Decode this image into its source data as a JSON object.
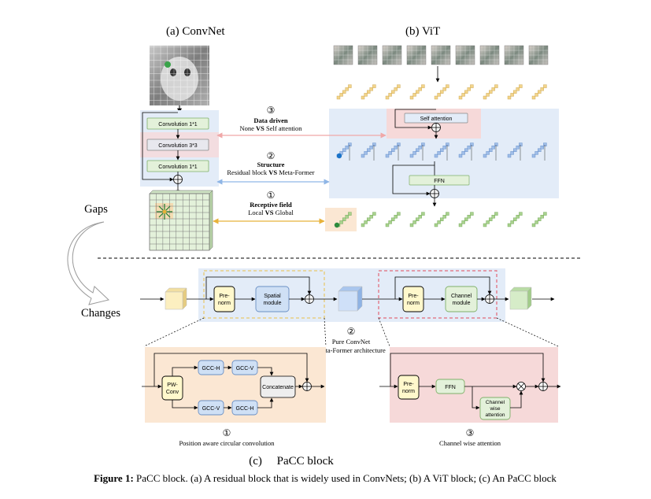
{
  "panels": {
    "a_label": "(a)  ConvNet",
    "b_label": "(b) ViT",
    "c_label": "(c)     PaCC block"
  },
  "convnet": {
    "conv1": "Convolution 1*1",
    "conv2": "Convolution 3*3",
    "conv3": "Convolution 1*1"
  },
  "vit": {
    "self_attention": "Self attention",
    "ffn": "FFN"
  },
  "gaps": {
    "title": "Gaps",
    "items": [
      {
        "num": "③",
        "title": "Data driven",
        "left": "None",
        "vs": "VS",
        "right": "Self attention"
      },
      {
        "num": "②",
        "title": "Structure",
        "left": "Residual block",
        "vs": "VS",
        "right": "Meta-Former"
      },
      {
        "num": "①",
        "title": "Receptive field",
        "left": "Local",
        "vs": "VS",
        "right": "Global"
      }
    ]
  },
  "changes": {
    "title": "Changes",
    "spatial_prenorm": "Pre-\nnorm",
    "spatial_module": "Spatial\nmodule",
    "channel_prenorm": "Pre-\nnorm",
    "channel_module": "Channel\nmodule",
    "center_num": "②",
    "center_line1": "Pure ConvNet",
    "center_line2": "Meta-Former architecture"
  },
  "gcc_block": {
    "pwconv": "PW-\nConv",
    "gcc_h_top": "GCC-H",
    "gcc_v_top": "GCC-V",
    "gcc_v_bot": "GCC-V",
    "gcc_h_bot": "GCC-H",
    "concat": "Concatenate",
    "num": "①",
    "caption": "Position aware circular convolution"
  },
  "cwa_block": {
    "prenorm": "Pre-\nnorm",
    "ffn": "FFN",
    "cwa": "Channel\nwise\nattention",
    "num": "③",
    "caption": "Channel wise attention"
  },
  "caption": {
    "bold": "Figure 1:",
    "text": " PaCC block. (a) A residual block that is widely used in ConvNets; (b) A ViT block; (c) An PaCC block"
  },
  "colors": {
    "blue_bg": "#e3ecf8",
    "orange_bg": "#fbe7d3",
    "pink_bg": "#f6d9d9",
    "green_box": "#e3f1da",
    "green_stroke": "#7fb069",
    "yellow_box": "#fff8cc",
    "blue_box": "#cfe0f5",
    "blue_stroke": "#6a8fc4",
    "token_yellow": "#f2d48a",
    "token_blue": "#9fbde8",
    "token_green": "#a9d28e"
  }
}
